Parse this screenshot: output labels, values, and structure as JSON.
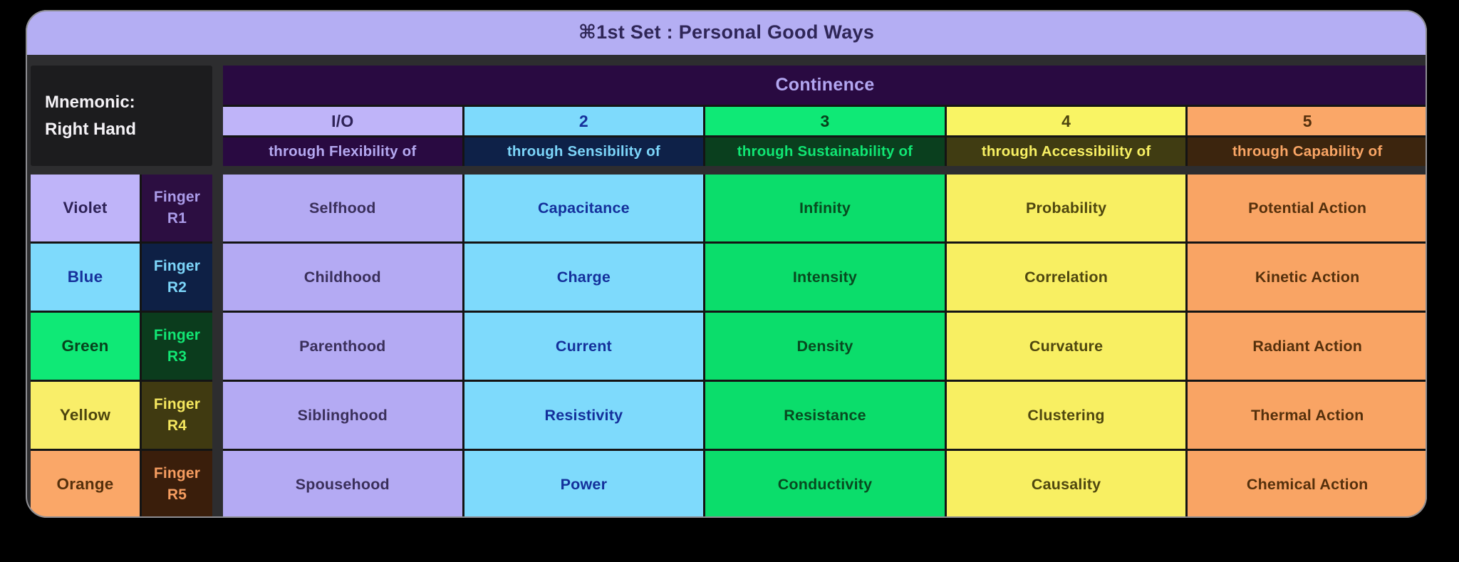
{
  "mnemonic": {
    "line1": "Mnemonic:",
    "line2": "Right Hand"
  },
  "theme": {
    "page_bg": "#000000",
    "card_bg": "#2d2d2f",
    "card_border": "#8e8e93",
    "grid_line": "#141414",
    "titlebar_bg": "#b4aef3",
    "titlebar_text": "#2f2657",
    "mnemonic_bg": "#1c1c1e",
    "mnemonic_text": "#f4f2f6",
    "group_header_bg": "#290a41",
    "group_header_text": "#b2a6f0"
  },
  "chart_data": {
    "type": "table",
    "title": "⌘1st Set : Personal Good Ways",
    "group_header": "Continence",
    "columns": [
      {
        "number": "I/O",
        "subtitle": "through Flexibility of",
        "theme": {
          "header_bg": "#bfb4f9",
          "header_text": "#2e2257",
          "sub_bg": "#290a41",
          "sub_text": "#b5a9f1",
          "cell_bg": "#b4aaf3",
          "cell_text": "#3a2f5a"
        }
      },
      {
        "number": "2",
        "subtitle": "through Sensibility of",
        "theme": {
          "header_bg": "#7edafc",
          "header_text": "#16309b",
          "sub_bg": "#0e2148",
          "sub_text": "#7cd5f9",
          "cell_bg": "#7edafc",
          "cell_text": "#14309b"
        }
      },
      {
        "number": "3",
        "subtitle": "through Sustainability of",
        "theme": {
          "header_bg": "#0fe976",
          "header_text": "#07411c",
          "sub_bg": "#0a3f1e",
          "sub_text": "#10e673",
          "cell_bg": "#0bdd6b",
          "cell_text": "#084a20"
        }
      },
      {
        "number": "4",
        "subtitle": "through Accessibility of",
        "theme": {
          "header_bg": "#f9f464",
          "header_text": "#4d450e",
          "sub_bg": "#403c12",
          "sub_text": "#f8f063",
          "cell_bg": "#f8ef62",
          "cell_text": "#4f470f"
        }
      },
      {
        "number": "5",
        "subtitle": "through Capability of",
        "theme": {
          "header_bg": "#faa768",
          "header_text": "#55300c",
          "sub_bg": "#3c250e",
          "sub_text": "#f9a565",
          "cell_bg": "#f9a464",
          "cell_text": "#55300c"
        }
      }
    ],
    "rows": [
      {
        "color_label": "Violet",
        "finger_word": "Finger",
        "finger_code": "R1",
        "theme": {
          "label_bg": "#bfb4f9",
          "label_text": "#2e2257",
          "finger_bg": "#2c0e41",
          "finger_text": "#ab9ce9"
        },
        "cells": [
          "Selfhood",
          "Capacitance",
          "Infinity",
          "Probability",
          "Potential Action"
        ]
      },
      {
        "color_label": "Blue",
        "finger_word": "Finger",
        "finger_code": "R2",
        "theme": {
          "label_bg": "#7edafc",
          "label_text": "#16309b",
          "finger_bg": "#0e2045",
          "finger_text": "#7cd5f9"
        },
        "cells": [
          "Childhood",
          "Charge",
          "Intensity",
          "Correlation",
          "Kinetic Action"
        ]
      },
      {
        "color_label": "Green",
        "finger_word": "Finger",
        "finger_code": "R3",
        "theme": {
          "label_bg": "#0fe976",
          "label_text": "#07411c",
          "finger_bg": "#0b3c1d",
          "finger_text": "#12e674"
        },
        "cells": [
          "Parenthood",
          "Current",
          "Density",
          "Curvature",
          "Radiant Action"
        ]
      },
      {
        "color_label": "Yellow",
        "finger_word": "Finger",
        "finger_code": "R4",
        "theme": {
          "label_bg": "#f9ee69",
          "label_text": "#4d450e",
          "finger_bg": "#403a11",
          "finger_text": "#f5e75f"
        },
        "cells": [
          "Siblinghood",
          "Resistivity",
          "Resistance",
          "Clustering",
          "Thermal Action"
        ]
      },
      {
        "color_label": "Orange",
        "finger_word": "Finger",
        "finger_code": "R5",
        "theme": {
          "label_bg": "#faa768",
          "label_text": "#55300c",
          "finger_bg": "#3a1e0b",
          "finger_text": "#f69d60"
        },
        "cells": [
          "Spousehood",
          "Power",
          "Conductivity",
          "Causality",
          "Chemical Action"
        ]
      }
    ]
  }
}
